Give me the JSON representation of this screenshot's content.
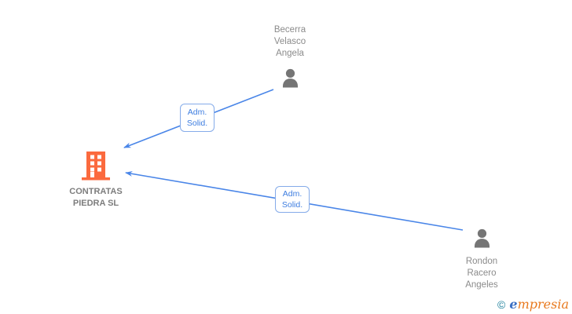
{
  "diagram": {
    "company": {
      "name": "CONTRATAS PIEDRA SL",
      "icon": "building-icon",
      "icon_color": "#fb6a3e"
    },
    "persons": [
      {
        "name": "Becerra Velasco Angela",
        "icon": "person-icon",
        "icon_color": "#757575"
      },
      {
        "name": "Rondon Racero Angeles",
        "icon": "person-icon",
        "icon_color": "#757575"
      }
    ],
    "edges": [
      {
        "from": "Becerra Velasco Angela",
        "to": "CONTRATAS PIEDRA SL",
        "label": "Adm. Solid."
      },
      {
        "from": "Rondon Racero Angeles",
        "to": "CONTRATAS PIEDRA SL",
        "label": "Adm. Solid."
      }
    ],
    "colors": {
      "edge_line": "#4a86e8",
      "edge_label_border": "#85abe9",
      "edge_label_text": "#3d7de0",
      "node_text": "#8b8b8b",
      "company_orange": "#fb6a3e",
      "person_gray": "#757575"
    }
  },
  "watermark": {
    "symbol": "©",
    "brand_first_letter": "e",
    "brand_rest": "mpresia"
  }
}
